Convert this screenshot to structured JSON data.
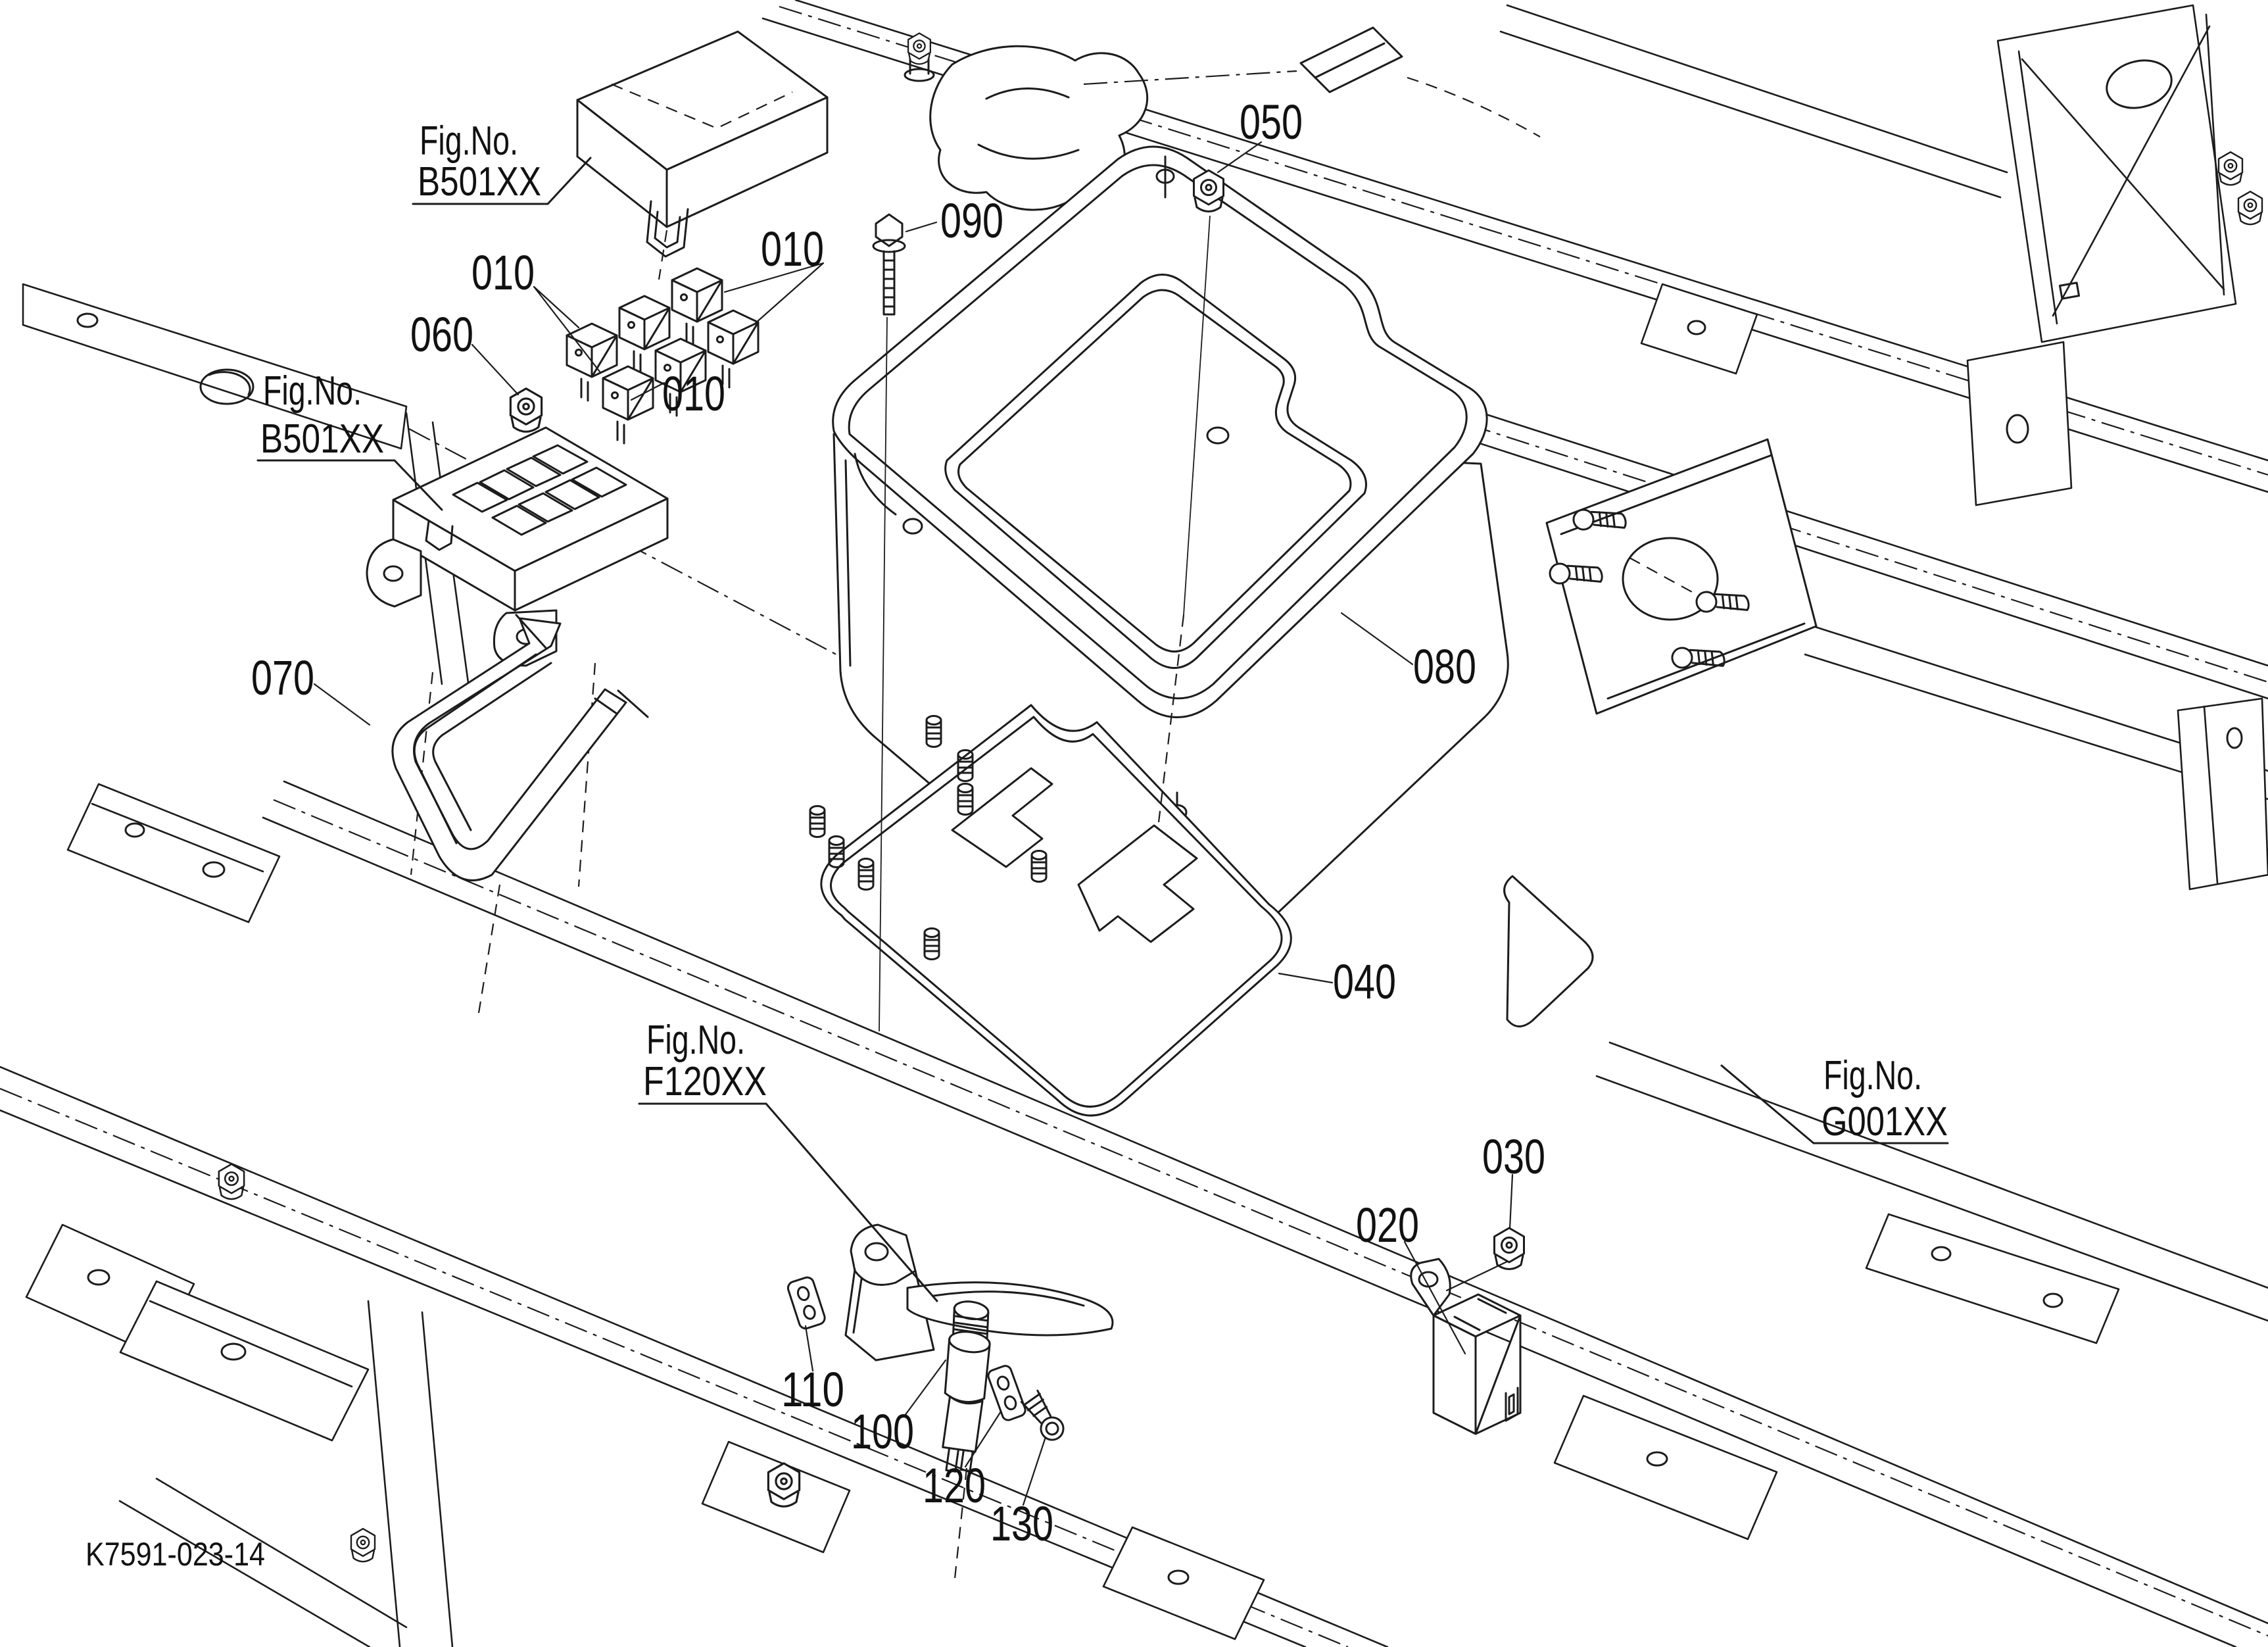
{
  "drawing": {
    "number": "K7591-023-14",
    "background": "#ffffff",
    "line_color": "#1c1c1c"
  },
  "callouts": [
    {
      "label": "010"
    },
    {
      "label": "010"
    },
    {
      "label": "010"
    },
    {
      "label": "060"
    },
    {
      "label": "070"
    },
    {
      "label": "090"
    },
    {
      "label": "050"
    },
    {
      "label": "080"
    },
    {
      "label": "040"
    },
    {
      "label": "030"
    },
    {
      "label": "020"
    },
    {
      "label": "110"
    },
    {
      "label": "100"
    },
    {
      "label": "120"
    },
    {
      "label": "130"
    }
  ],
  "figure_refs": [
    {
      "line1": "Fig.No.",
      "line2": "B501XX"
    },
    {
      "line1": "Fig.No.",
      "line2": "B501XX"
    },
    {
      "line1": "Fig.No.",
      "line2": "F120XX"
    },
    {
      "line1": "Fig.No.",
      "line2": "G001XX"
    }
  ]
}
